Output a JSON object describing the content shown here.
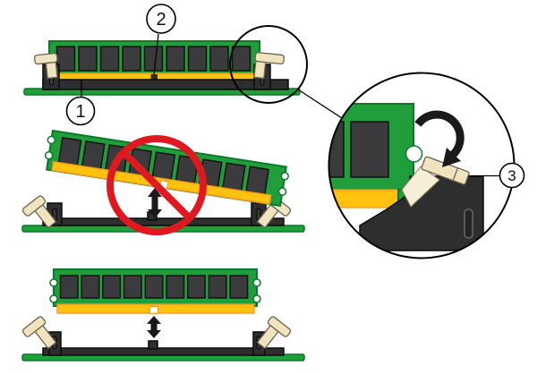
{
  "figure": {
    "kind": "hardware-installation-diagram",
    "subject": "DIMM insertion into memory slot",
    "callouts": [
      {
        "label": "1",
        "target": "dimm-slot"
      },
      {
        "label": "2",
        "target": "alignment-notch"
      },
      {
        "label": "3",
        "target": "ejector-lever"
      }
    ],
    "panels": [
      {
        "name": "dimm-seated-in-slot"
      },
      {
        "name": "tilted-insertion-prohibited"
      },
      {
        "name": "vertical-alignment-correct"
      },
      {
        "name": "ejector-lever-detail"
      }
    ]
  },
  "colors": {
    "pcb_green": "#1F9E3B",
    "pcb_green_dark": "#0A7A28",
    "chip_gray": "#3B3B3D",
    "chip_outline": "#131313",
    "gold": "#FFC20E",
    "gold_outline": "#F7941E",
    "slot_black": "#2E2E2E",
    "slot_outline": "#0A0A0A",
    "lever_beige": "#F0E4BE",
    "lever_beige_light": "#F6EED6",
    "lever_outline": "#6B6352",
    "prohibition_red": "#E0181F",
    "arrow_black": "#1A1A1A",
    "background": "#FFFFFF"
  }
}
